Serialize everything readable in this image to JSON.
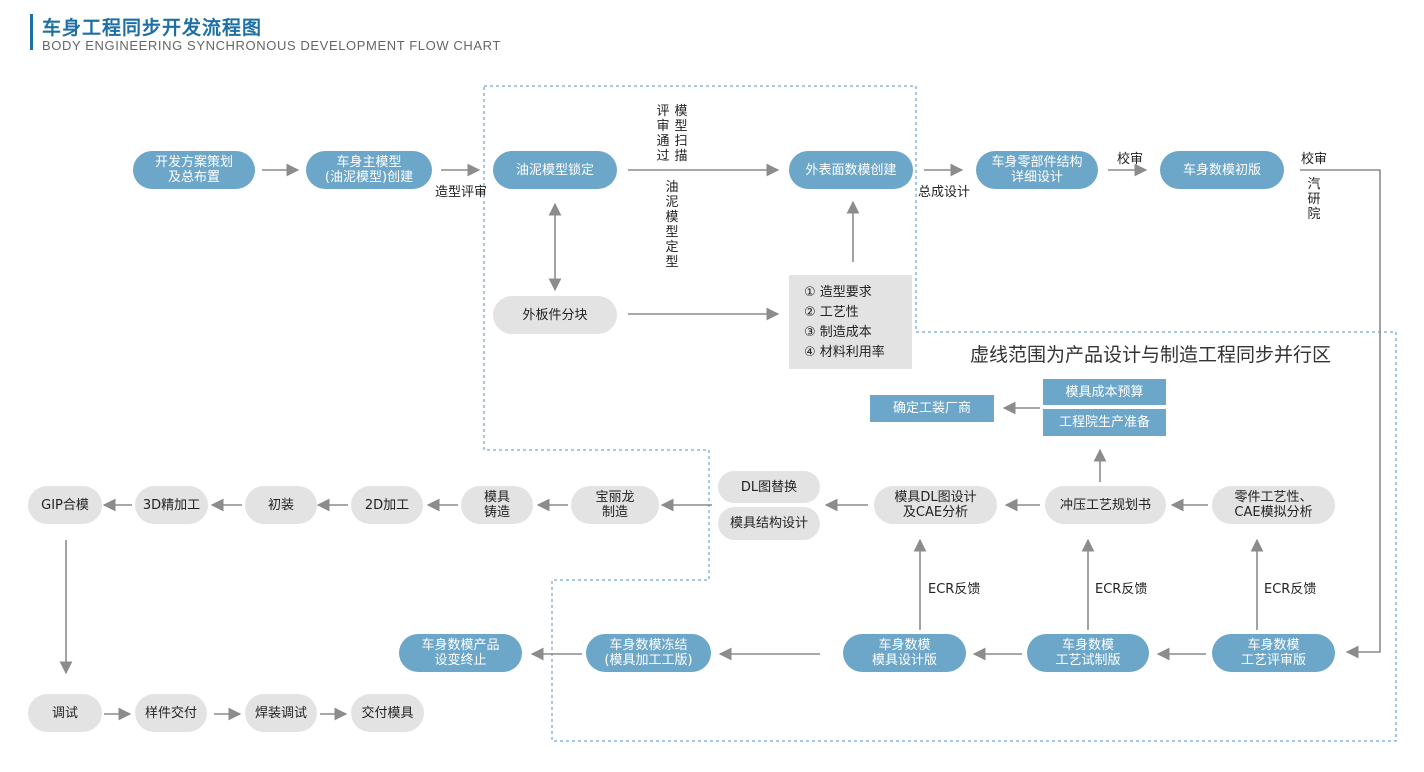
{
  "header": {
    "title": "车身工程同步开发流程图",
    "subtitle": "BODY ENGINEERING SYNCHRONOUS DEVELOPMENT FLOW CHART"
  },
  "colors": {
    "accent": "#1d6fa5",
    "node_blue": "#6ca6c9",
    "node_gray": "#e3e3e3",
    "arrow": "#8c8c8c",
    "dashed": "#5a8fc2"
  },
  "nodes": {
    "plan": "开发方案策划\n及总布置",
    "main_model": "车身主模型\n(油泥模型)创建",
    "clay_lock": "油泥模型锁定",
    "surface": "外表面数模创建",
    "parts_design": "车身零部件结构\n详细设计",
    "first_version": "车身数模初版",
    "panel_split": "外板件分块",
    "confirm_vendor": "确定工装厂商",
    "mold_cost": "模具成本预算",
    "eng_prep": "工程院生产准备",
    "stamping_plan": "冲压工艺规划书",
    "mold_dl": "模具DL图设计\n及CAE分析",
    "part_cae": "零件工艺性、\nCAE模拟分析",
    "dl_replace": "DL图替换",
    "mold_struct": "模具结构设计",
    "baolilong": "宝丽龙\n制造",
    "mold_cast": "模具\n铸造",
    "machining2d": "2D加工",
    "initial_assembly": "初装",
    "finish3d": "3D精加工",
    "gip": "GIP合模",
    "review_version": "车身数模\n工艺评审版",
    "trial_version": "车身数模\n工艺试制版",
    "mold_version": "车身数模\n模具设计版",
    "freeze": "车身数模冻结\n(模具加工工版)",
    "terminate": "车身数模产品\n设变终止",
    "debug": "调试",
    "sample": "样件交付",
    "weld_debug": "焊装调试",
    "deliver_mold": "交付模具"
  },
  "requirements": [
    "① 造型要求",
    "② 工艺性",
    "③ 制造成本",
    "④ 材料利用率"
  ],
  "labels": {
    "styling_review": "造型评审",
    "scan_col1": "评审通过",
    "scan_col2": "模型扫描",
    "clay_fixed": "油泥模型定型",
    "integration": "总成设计",
    "check1": "校审",
    "check2": "校审",
    "research": "汽研院",
    "ecr1": "ECR反馈",
    "ecr2": "ECR反馈",
    "ecr3": "ECR反馈"
  },
  "note": "虚线范围为产品设计与制造工程同步并行区"
}
